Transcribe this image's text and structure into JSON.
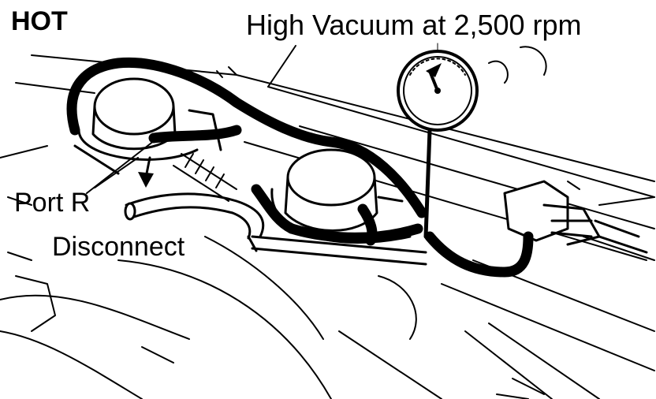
{
  "labels": {
    "state": "HOT",
    "gauge_reading": "High Vacuum at 2,500 rpm",
    "port": "Port R",
    "action": "Disconnect"
  },
  "colors": {
    "ink": "#000000",
    "paper": "#ffffff"
  },
  "icons": {
    "gauge": "vacuum-gauge-icon",
    "arrow": "down-arrow-icon"
  }
}
